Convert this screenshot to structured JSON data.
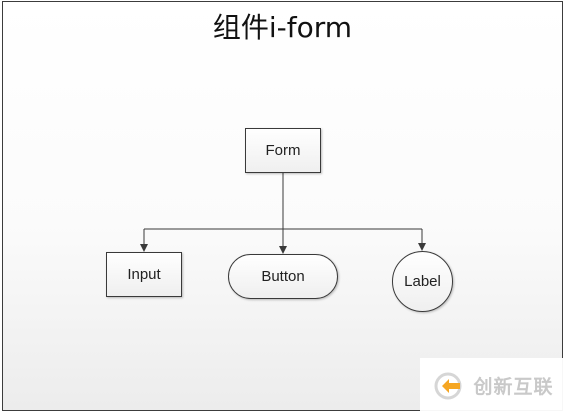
{
  "title": "组件i-form",
  "nodes": {
    "form": "Form",
    "input": "Input",
    "button": "Button",
    "label": "Label"
  },
  "watermark": {
    "text": "创新互联"
  },
  "colors": {
    "stroke": "#3a3a3a",
    "background": "#ffffff",
    "watermark_accent": "#f5a623"
  }
}
